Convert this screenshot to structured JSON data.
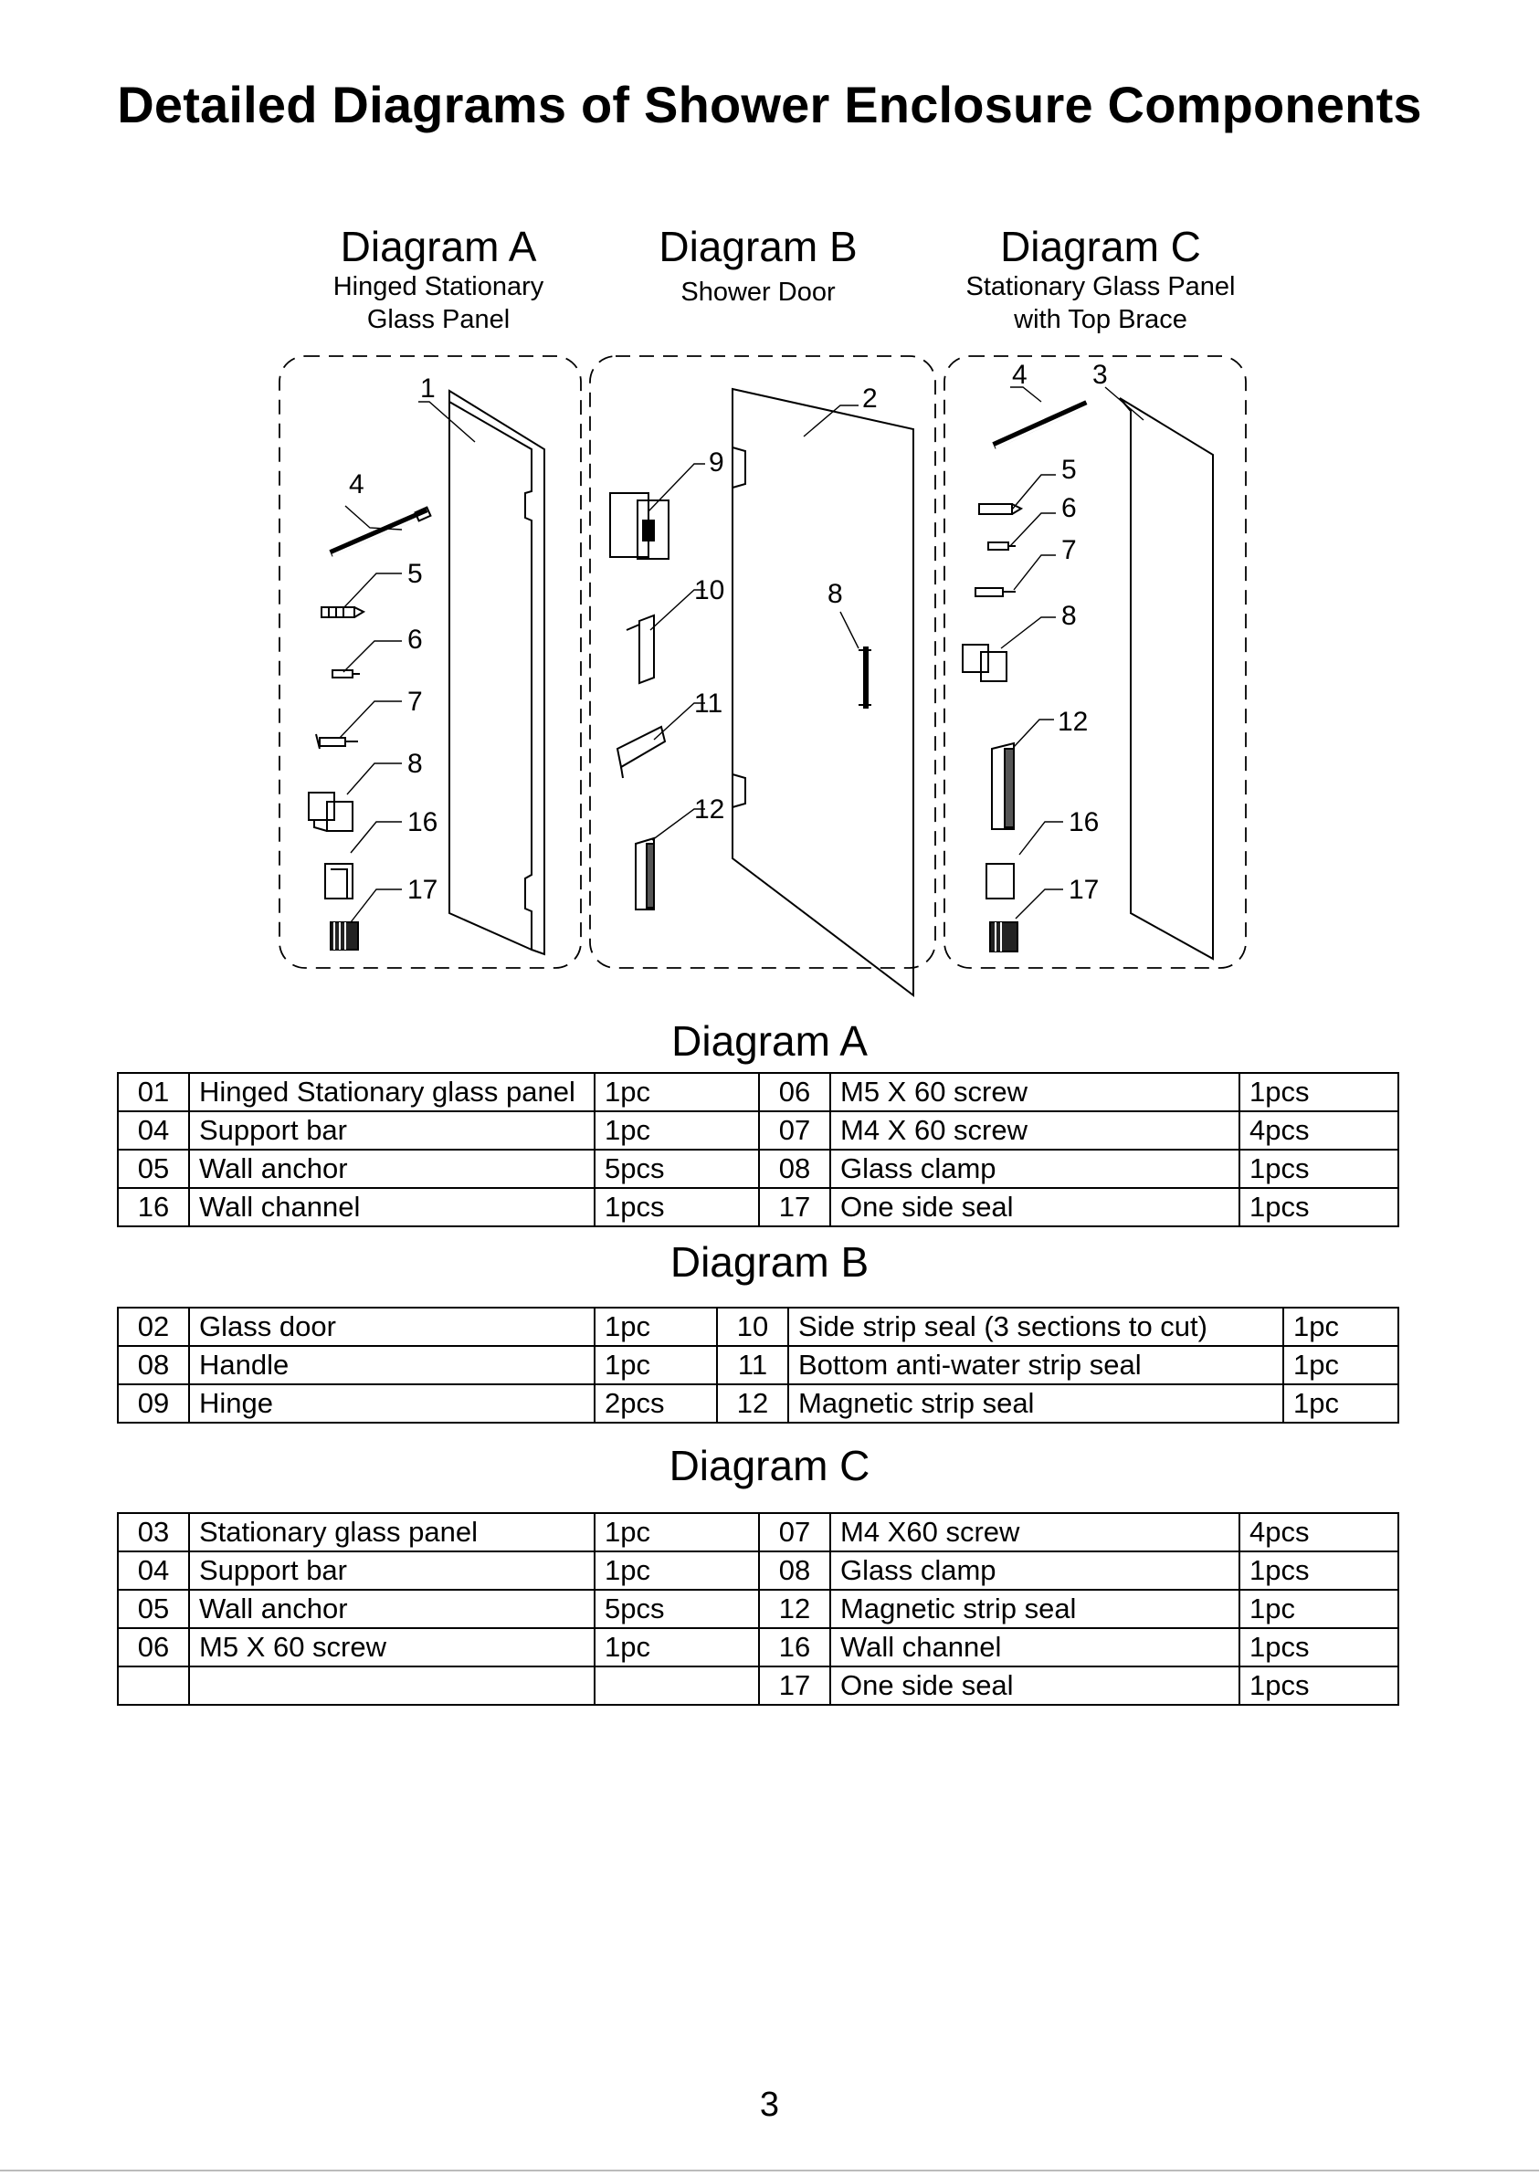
{
  "page_title": "Detailed Diagrams of Shower Enclosure Components",
  "diagrams": [
    {
      "name": "Diagram A",
      "subtitle_lines": [
        "Hinged Stationary",
        "Glass Panel"
      ]
    },
    {
      "name": "Diagram B",
      "subtitle_lines": [
        "Shower Door"
      ]
    },
    {
      "name": "Diagram C",
      "subtitle_lines": [
        "Stationary Glass Panel",
        "with Top Brace"
      ]
    }
  ],
  "callouts": {
    "a": [
      "1",
      "4",
      "5",
      "6",
      "7",
      "8",
      "16",
      "17"
    ],
    "b": [
      "2",
      "9",
      "10",
      "11",
      "12",
      "8"
    ],
    "c": [
      "4",
      "3",
      "5",
      "6",
      "7",
      "8",
      "12",
      "16",
      "17"
    ]
  },
  "tables": [
    {
      "title": "Diagram A",
      "rows": [
        [
          [
            "01",
            "Hinged Stationary glass panel",
            "1pc"
          ],
          [
            "06",
            "M5 X 60 screw",
            "1pcs"
          ]
        ],
        [
          [
            "04",
            "Support bar",
            "1pc"
          ],
          [
            "07",
            "M4 X 60 screw",
            "4pcs"
          ]
        ],
        [
          [
            "05",
            "Wall anchor",
            "5pcs"
          ],
          [
            "08",
            "Glass clamp",
            "1pcs"
          ]
        ],
        [
          [
            "16",
            "Wall channel",
            "1pcs"
          ],
          [
            "17",
            "One side seal",
            "1pcs"
          ]
        ]
      ]
    },
    {
      "title": "Diagram B",
      "rows": [
        [
          [
            "02",
            "Glass door",
            "1pc"
          ],
          [
            "10",
            "Side strip seal (3 sections to cut)",
            "1pc"
          ]
        ],
        [
          [
            "08",
            "Handle",
            "1pc"
          ],
          [
            "11",
            "Bottom anti-water strip seal",
            "1pc"
          ]
        ],
        [
          [
            "09",
            "Hinge",
            "2pcs"
          ],
          [
            "12",
            "Magnetic strip seal",
            "1pc"
          ]
        ]
      ]
    },
    {
      "title": "Diagram C",
      "rows": [
        [
          [
            "03",
            "Stationary glass panel",
            "1pc"
          ],
          [
            "07",
            "M4 X60 screw",
            "4pcs"
          ]
        ],
        [
          [
            "04",
            "Support bar",
            "1pc"
          ],
          [
            "08",
            "Glass clamp",
            "1pcs"
          ]
        ],
        [
          [
            "05",
            "Wall anchor",
            "5pcs"
          ],
          [
            "12",
            "Magnetic strip seal",
            "1pc"
          ]
        ],
        [
          [
            "06",
            "M5 X 60 screw",
            "1pc"
          ],
          [
            "16",
            "Wall channel",
            "1pcs"
          ]
        ],
        [
          [
            "",
            "",
            ""
          ],
          [
            "17",
            "One side seal",
            "1pcs"
          ]
        ]
      ]
    }
  ],
  "page_number": "3"
}
